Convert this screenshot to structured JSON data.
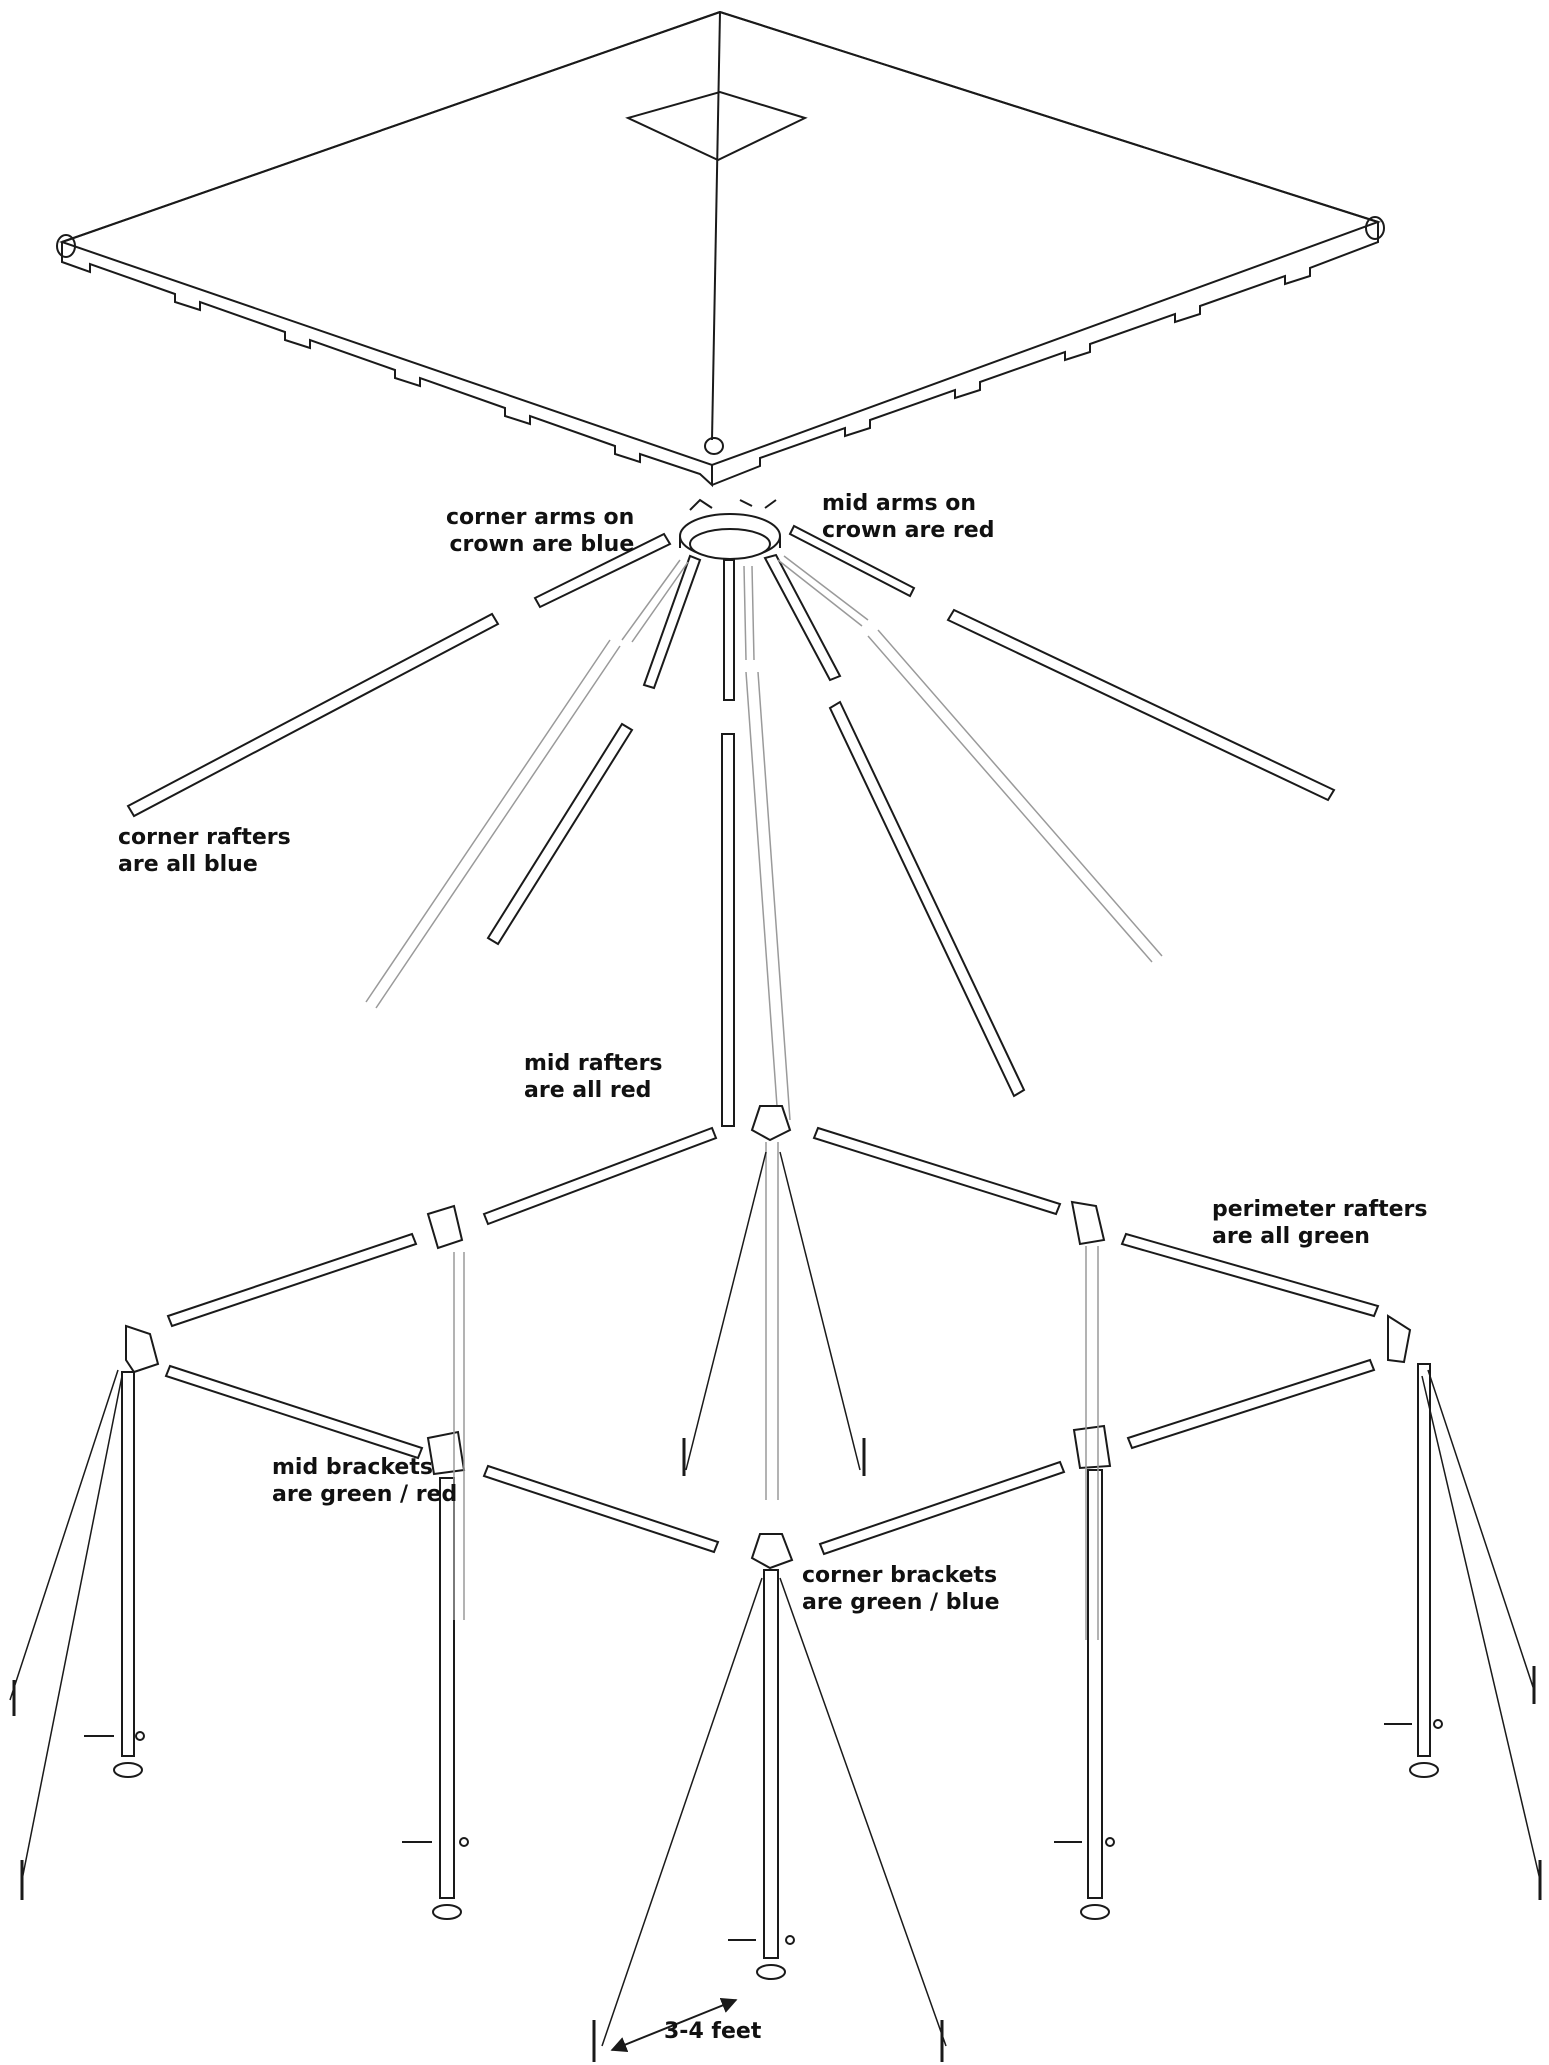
{
  "labels": {
    "corner_arms": [
      "corner arms on",
      "crown are blue"
    ],
    "mid_arms": [
      "mid arms on",
      "crown are red"
    ],
    "corner_rafters": [
      "corner rafters",
      "are all blue"
    ],
    "mid_rafters": [
      "mid rafters",
      "are all red"
    ],
    "perimeter_rafters": [
      "perimeter rafters",
      "are all green"
    ],
    "mid_brackets": [
      "mid brackets",
      "are green / red"
    ],
    "corner_brackets": [
      "corner brackets",
      "are green / blue"
    ],
    "stake_spacing": "3-4 feet"
  },
  "colors": {
    "line": "#1a1a1a",
    "ghost": "#9a9a9a",
    "background": "#ffffff"
  }
}
